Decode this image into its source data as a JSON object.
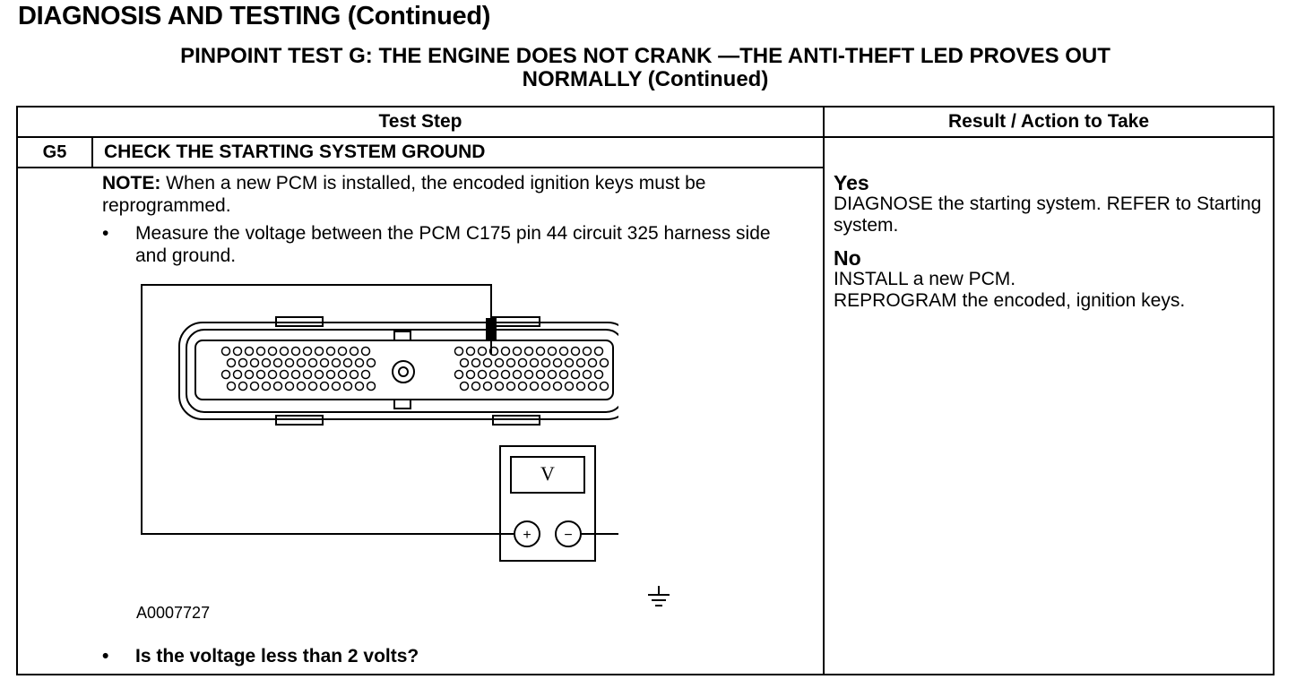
{
  "page_header": "DIAGNOSIS AND TESTING (Continued)",
  "test_title_line1": "PINPOINT TEST  G: THE ENGINE DOES NOT CRANK —THE ANTI-THEFT LED PROVES OUT",
  "test_title_line2": "NORMALLY (Continued)",
  "table": {
    "col_test_step": "Test Step",
    "col_result": "Result / Action to Take"
  },
  "step": {
    "code": "G5",
    "name": "CHECK THE STARTING SYSTEM GROUND",
    "note_label": "NOTE:",
    "note_text": " When a new PCM is installed, the encoded ignition keys must be reprogrammed.",
    "bullet1": "Measure the voltage between the PCM C175 pin 44 circuit 325 harness side and ground.",
    "figure_id": "A0007727",
    "meter_label": "V",
    "meter_plus": "+",
    "meter_minus": "−",
    "bullet_symbol": "•",
    "question": "Is the voltage less than 2 volts?"
  },
  "results": {
    "yes_label": "Yes",
    "yes_text": "DIAGNOSE the starting system. REFER to Starting system.",
    "no_label": "No",
    "no_line1": "INSTALL a new PCM.",
    "no_line2": "REPROGRAM the encoded, ignition keys."
  }
}
